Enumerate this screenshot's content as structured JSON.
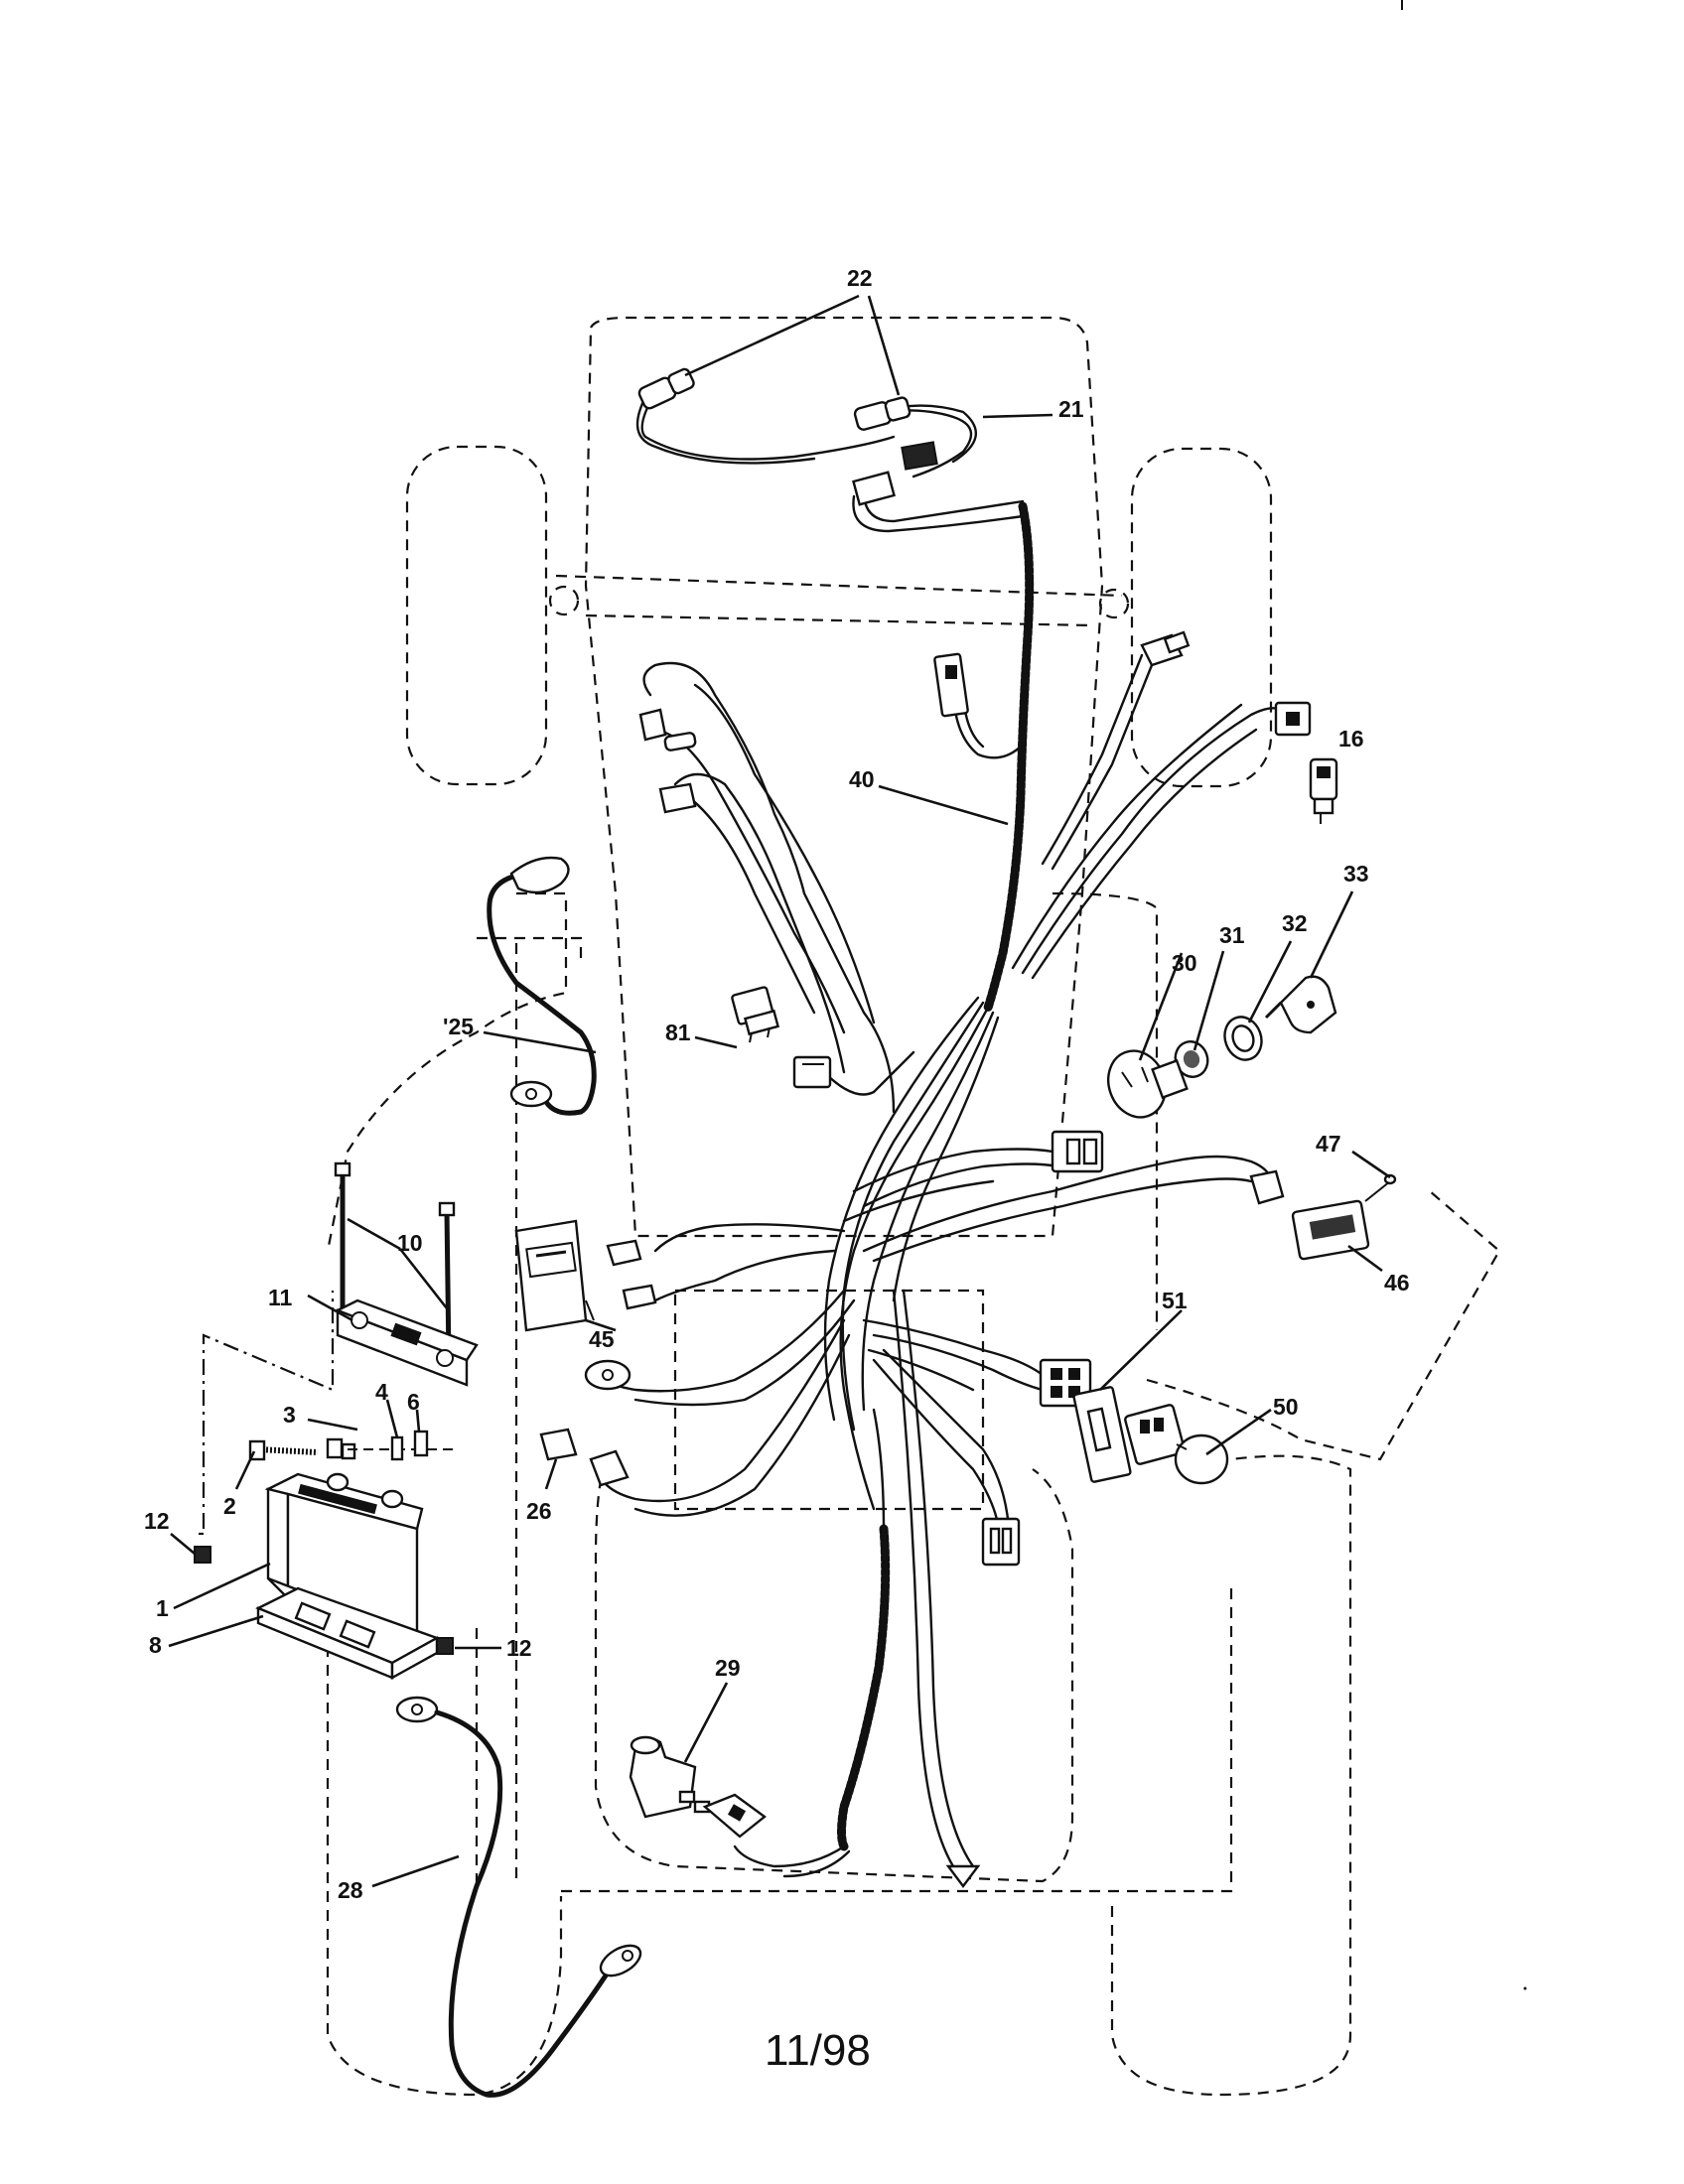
{
  "diagram": {
    "date_code": "11/98",
    "part_labels": [
      {
        "id": "p22",
        "text": "22"
      },
      {
        "id": "p21",
        "text": "21"
      },
      {
        "id": "p16",
        "text": "16"
      },
      {
        "id": "p40",
        "text": "40"
      },
      {
        "id": "p33",
        "text": "33"
      },
      {
        "id": "p32",
        "text": "32"
      },
      {
        "id": "p31",
        "text": "31"
      },
      {
        "id": "p30",
        "text": "30"
      },
      {
        "id": "p25",
        "text": "'25"
      },
      {
        "id": "p81",
        "text": "81"
      },
      {
        "id": "p47",
        "text": "47"
      },
      {
        "id": "p46",
        "text": "46"
      },
      {
        "id": "p10",
        "text": "10"
      },
      {
        "id": "p11",
        "text": "11"
      },
      {
        "id": "p45",
        "text": "45"
      },
      {
        "id": "p51",
        "text": "51"
      },
      {
        "id": "p4",
        "text": "4"
      },
      {
        "id": "p6",
        "text": "6"
      },
      {
        "id": "p3",
        "text": "3"
      },
      {
        "id": "p50",
        "text": "50"
      },
      {
        "id": "p26",
        "text": "26"
      },
      {
        "id": "p12a",
        "text": "12"
      },
      {
        "id": "p2",
        "text": "2"
      },
      {
        "id": "p1",
        "text": "1"
      },
      {
        "id": "p8",
        "text": "8"
      },
      {
        "id": "p12b",
        "text": "12"
      },
      {
        "id": "p29",
        "text": "29"
      },
      {
        "id": "p28",
        "text": "28"
      }
    ]
  }
}
